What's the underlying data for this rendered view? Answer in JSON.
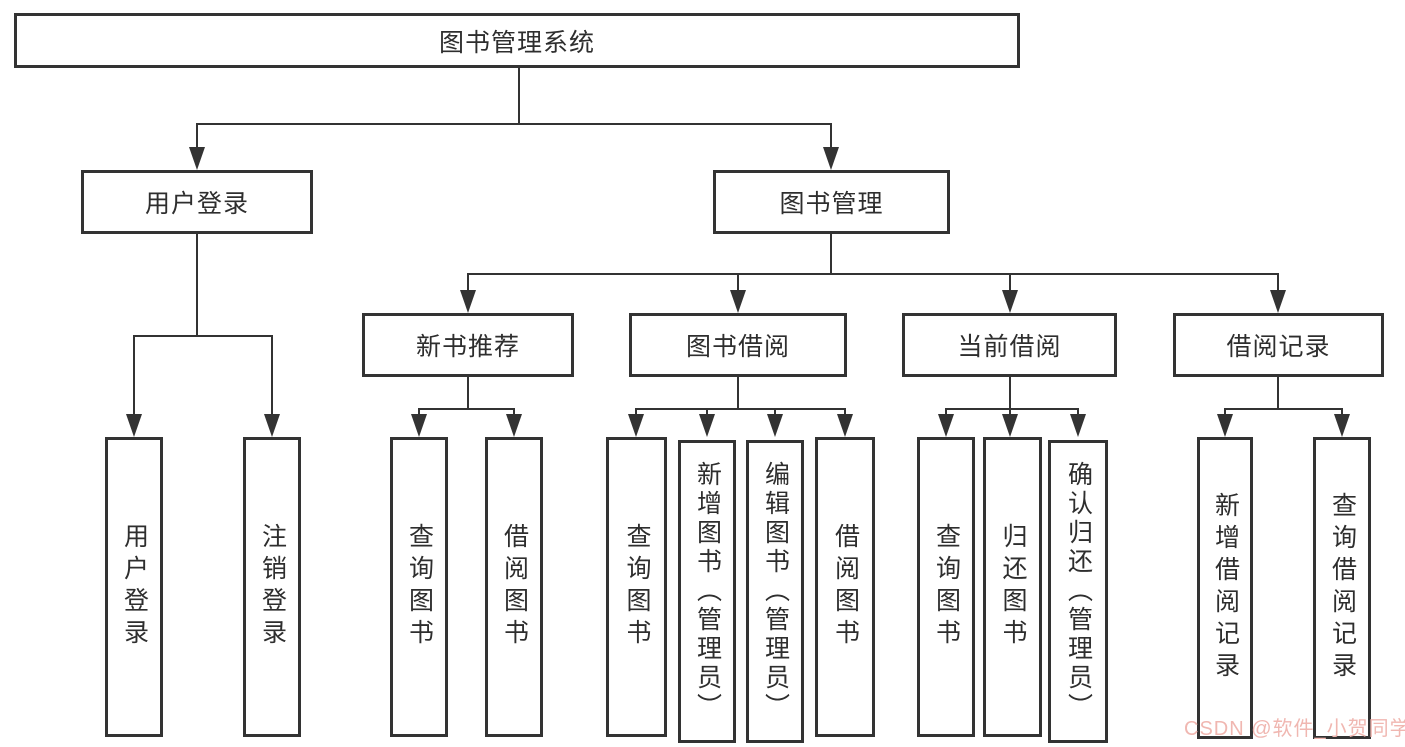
{
  "diagram": {
    "root": {
      "label": "图书管理系统"
    },
    "branches": {
      "user": {
        "label": "用户登录",
        "children": [
          {
            "label": "用户登录"
          },
          {
            "label": "注销登录"
          }
        ]
      },
      "book": {
        "label": "图书管理",
        "sections": [
          {
            "label": "新书推荐",
            "children": [
              {
                "label": "查询图书"
              },
              {
                "label": "借阅图书"
              }
            ]
          },
          {
            "label": "图书借阅",
            "children": [
              {
                "label": "查询图书"
              },
              {
                "label": "新增图书（管理员）"
              },
              {
                "label": "编辑图书（管理员）"
              },
              {
                "label": "借阅图书"
              }
            ]
          },
          {
            "label": "当前借阅",
            "children": [
              {
                "label": "查询图书"
              },
              {
                "label": "归还图书"
              },
              {
                "label": "确认归还（管理员）"
              }
            ]
          },
          {
            "label": "借阅记录",
            "children": [
              {
                "label": "新增借阅记录"
              },
              {
                "label": "查询借阅记录"
              }
            ]
          }
        ]
      }
    }
  },
  "watermark": {
    "text": "CSDN @软件_小贺同学"
  },
  "colors": {
    "line": "#333333",
    "text": "#2e2e2e",
    "background": "#ffffff",
    "watermark": "#f0b7b1"
  }
}
